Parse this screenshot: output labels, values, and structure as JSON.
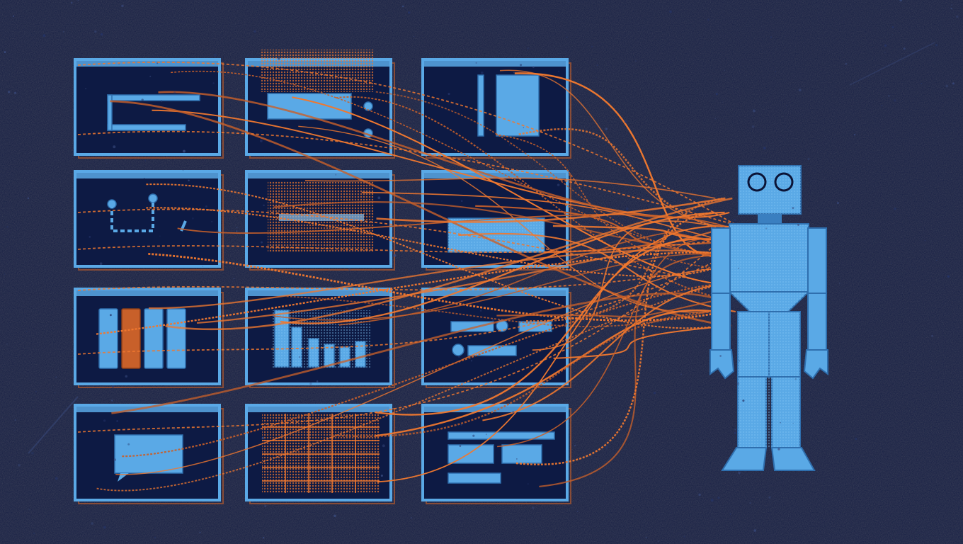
{
  "scene": {
    "subject": "robot-with-ui-panels",
    "panel_rows": 4,
    "panel_cols": 3,
    "palette": {
      "background": "#0b1437",
      "panel_blue": "#5aa9e6",
      "panel_blue_dark": "#3a7fc0",
      "wire_orange": "#f0782f",
      "wire_orange_dim": "#c8602a",
      "speckle": "#2a3a6a"
    },
    "panel_icons": [
      "form-lines-icon",
      "header-window-icon",
      "sidebar-window-icon",
      "flowchart-icon",
      "image-window-icon",
      "card-window-icon",
      "bar-chart-icon",
      "column-chart-icon",
      "toggle-controls-icon",
      "chat-window-icon",
      "grid-table-icon",
      "layout-blocks-icon"
    ],
    "robot_icon": "robot-icon"
  }
}
